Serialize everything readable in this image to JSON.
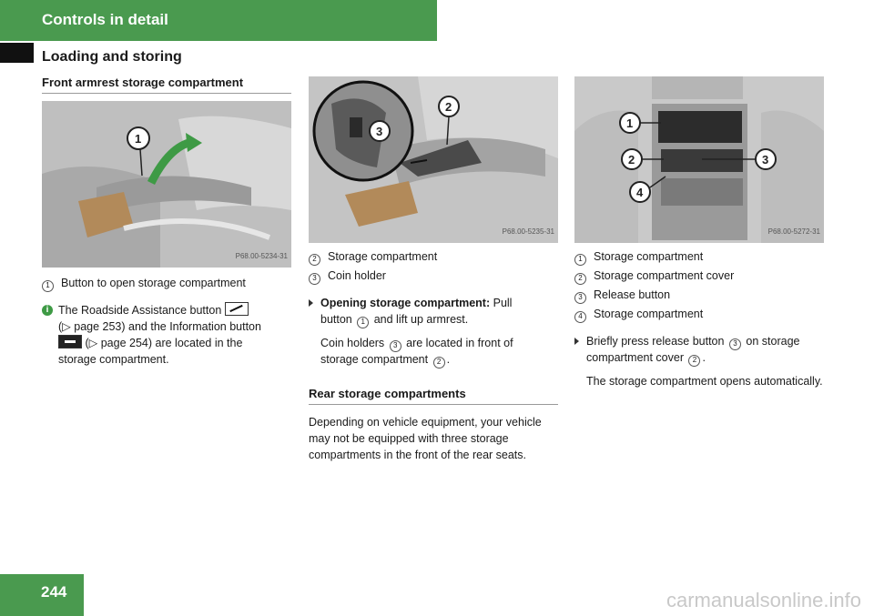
{
  "header": {
    "title": "Controls in detail",
    "section": "Loading and storing"
  },
  "col1": {
    "heading": "Front armrest storage compartment",
    "photo_id": "P68.00-5234-31",
    "items": [
      {
        "num": "1",
        "text": "Button to open storage compartment"
      }
    ],
    "info": {
      "t1": "The Roadside Assistance button",
      "t2": "(▷ page 253) and the Information button",
      "t3": "(▷ page 254) are located in the",
      "t4": "storage compartment."
    }
  },
  "col2": {
    "photo_id": "P68.00-5235-31",
    "items": [
      {
        "num": "2",
        "text": "Storage compartment"
      },
      {
        "num": "3",
        "text": "Coin holder"
      }
    ],
    "step": {
      "bold": "Opening storage compartment:",
      "t1": " Pull",
      "t2": "button",
      "n1": "1",
      "t3": " and lift up armrest."
    },
    "note": {
      "t1": "Coin holders",
      "n1": "3",
      "t2": " are located in front of",
      "t3": "storage compartment",
      "n2": "2",
      "t4": "."
    },
    "heading2": "Rear storage compartments",
    "para": "Depending on vehicle equipment, your vehicle may not be equipped with three storage compartments in the front of the rear seats."
  },
  "col3": {
    "photo_id": "P68.00-5272-31",
    "items": [
      {
        "num": "1",
        "text": "Storage compartment"
      },
      {
        "num": "2",
        "text": "Storage compartment cover"
      },
      {
        "num": "3",
        "text": "Release button"
      },
      {
        "num": "4",
        "text": "Storage compartment"
      }
    ],
    "step": {
      "t1": "Briefly press release button",
      "n1": "3",
      "t2": " on storage",
      "t3": "compartment cover",
      "n2": "2",
      "t4": "."
    },
    "note": "The storage compartment opens automatically."
  },
  "footer": {
    "page": "244",
    "watermark": "carmanualsonline.info"
  },
  "colors": {
    "accent": "#4a9a4f",
    "info": "#3e9a45"
  }
}
